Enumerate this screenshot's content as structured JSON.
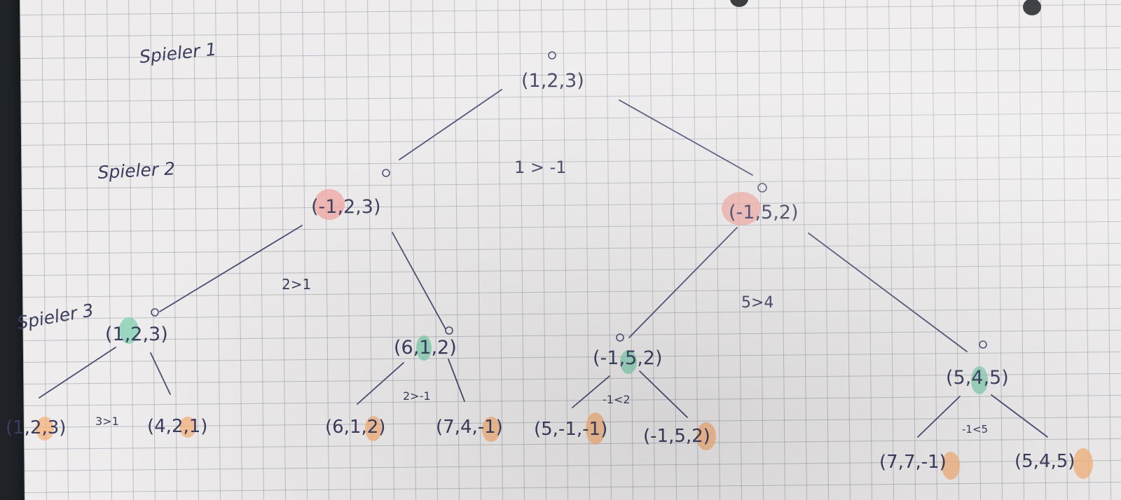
{
  "players": {
    "p1": "Spieler 1",
    "p2": "Spieler 2",
    "p3": "Spieler 3"
  },
  "tree": {
    "root": "(1,2,3)",
    "p2_left": "(-1,2,3)",
    "p2_right": "(-1,5,2)",
    "p3_a": "(1,2,3)",
    "p3_b": "(6,1,2)",
    "p3_c": "(-1,5,2)",
    "p3_d": "(5,4,5)",
    "leaf_1": "(1,2,3)",
    "leaf_2": "(4,2,1)",
    "leaf_3": "(6,1,2)",
    "leaf_4": "(7,4,-1)",
    "leaf_5": "(5,-1,-1)",
    "leaf_6": "(-1,5,2)",
    "leaf_7": "(7,7,-1)",
    "leaf_8": "(5,4,5)"
  },
  "comparisons": {
    "root": "1 > -1",
    "p2_left": "2>1",
    "p2_right": "5>4",
    "p3_a": "3>1",
    "p3_b": "2>-1",
    "p3_c": "-1<2",
    "p3_d": "-1<5"
  },
  "node_marker": "o",
  "colors": {
    "ink": "#3b3d5e",
    "highlight_red": "#f2a5a0",
    "highlight_green": "#7fcfb0",
    "highlight_orange": "#f6b27a",
    "paper": "#eeecec"
  }
}
